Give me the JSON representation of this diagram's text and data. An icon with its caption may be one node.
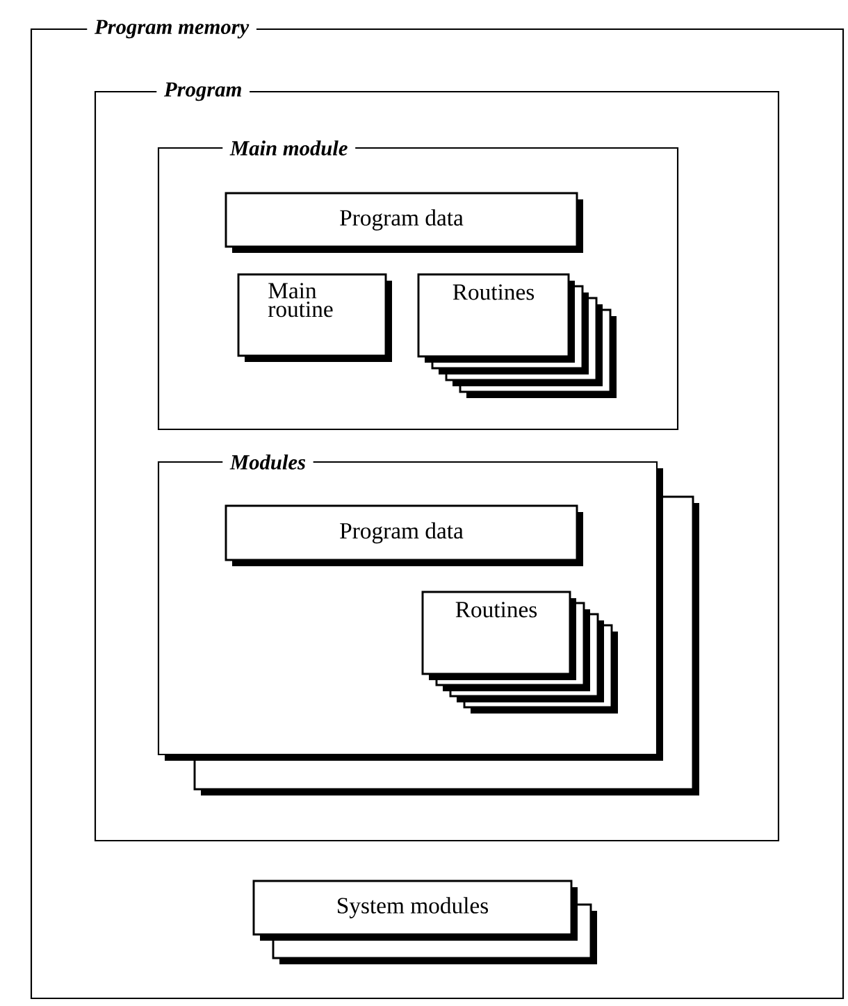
{
  "diagram": {
    "nodes": [
      {
        "text": [
          "Program memory"
        ]
      },
      {
        "text": [
          "Program"
        ],
        "in": 0
      },
      {
        "text": [
          "Main module"
        ],
        "in": 1
      },
      {
        "text": [
          "Program data"
        ],
        "in": 2
      },
      {
        "text": [
          "Main routine"
        ],
        "in": 2
      },
      {
        "text": [
          "Routines"
        ],
        "in": 2
      },
      {
        "text": [
          "Modules"
        ],
        "in": 1
      },
      {
        "text": [
          "Program data"
        ],
        "in": 6
      },
      {
        "text": [
          "Routines"
        ],
        "in": 6
      },
      {
        "text": [
          "System modules"
        ],
        "in": 0
      }
    ]
  }
}
